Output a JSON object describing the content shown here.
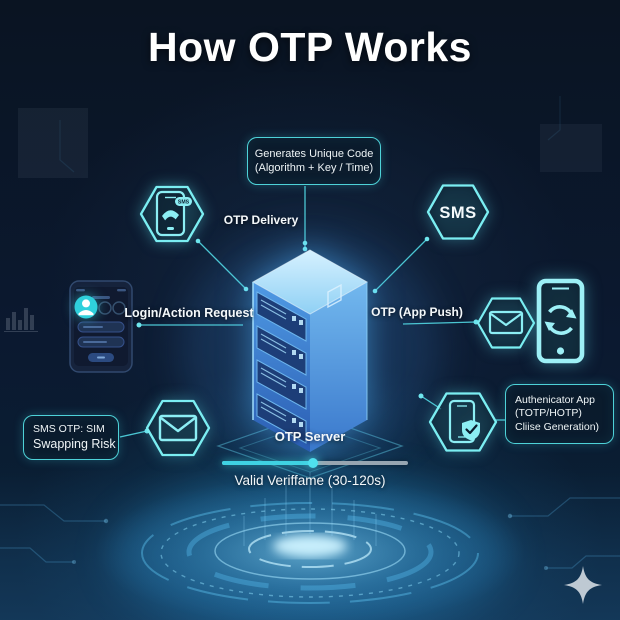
{
  "title": "How OTP Works",
  "boxes": {
    "generates": {
      "line1": "Generates Unique Code",
      "line2": "(Algorithm + Key / Time)"
    },
    "sms_risk": {
      "line1": "SMS OTP: SIM",
      "line2": "Swapping Risk"
    },
    "authenticator": {
      "line1": "Authenicator App",
      "line2": "(TOTP/HOTP)",
      "line3": "Cliise Generation)"
    }
  },
  "labels": {
    "otp_delivery": "OTP Delivery",
    "login_request": "Login/Action Request",
    "otp_app_push": "OTP (App Push)",
    "server": "OTP Server",
    "validity": "Valid Veriffame (30-120s)"
  },
  "texts": {
    "sms_hex": "SMS",
    "sms_bubble": "SMS"
  },
  "icons": {
    "top_left": "smartphone-sms-icon",
    "top_right": "sms-hexagon-icon",
    "mid_left": "login-phone-mockup",
    "right_hex": "envelope-icon",
    "right_phone": "sync-phone-icon",
    "bottom_left_hex": "envelope-icon",
    "bottom_right_hex": "shield-check-phone-icon",
    "bottom": "hologram-platform",
    "corner": "sparkle-icon"
  },
  "progress": {
    "percent": 49
  },
  "colors": {
    "background": "#0a1626",
    "accent_cyan": "#7beef2",
    "line_cyan": "#4fd0dc",
    "box_border": "#4ed2d8",
    "server_blue": "#3f87d8",
    "progress_fill": "#3fd2e2",
    "progress_track": "#97a5b1",
    "text": "#f2f6f8"
  }
}
